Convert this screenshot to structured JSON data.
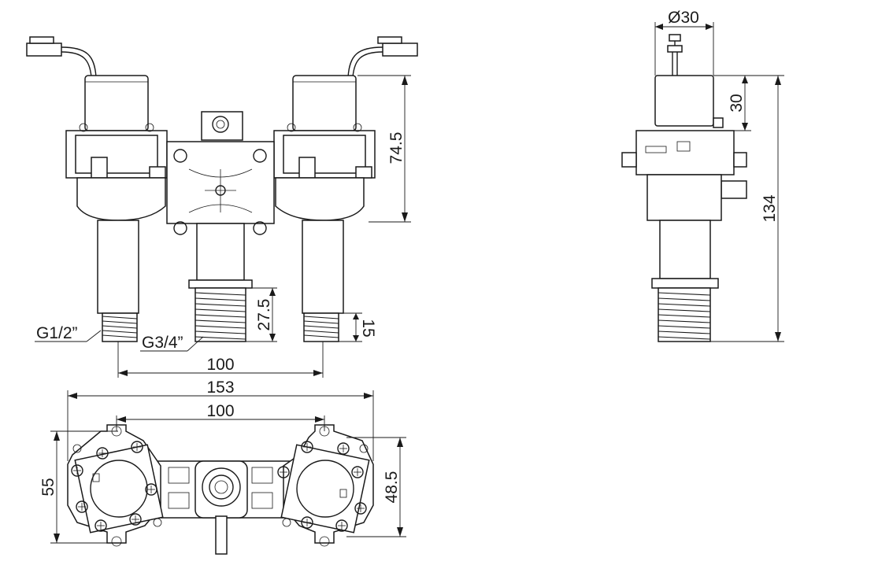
{
  "dimensions": {
    "front_view": {
      "height_valve": "74.5",
      "center_thread_length": "27.5",
      "side_thread_length": "15",
      "inlet_spacing": "100",
      "side_thread_spec": "G1/2”",
      "center_thread_spec": "G3/4”"
    },
    "side_view": {
      "diameter": "Ø30",
      "coil_height": "30",
      "overall_height": "134"
    },
    "top_view": {
      "overall_width": "153",
      "inlet_spacing": "100",
      "overall_depth": "55",
      "mount_depth": "48.5"
    }
  }
}
